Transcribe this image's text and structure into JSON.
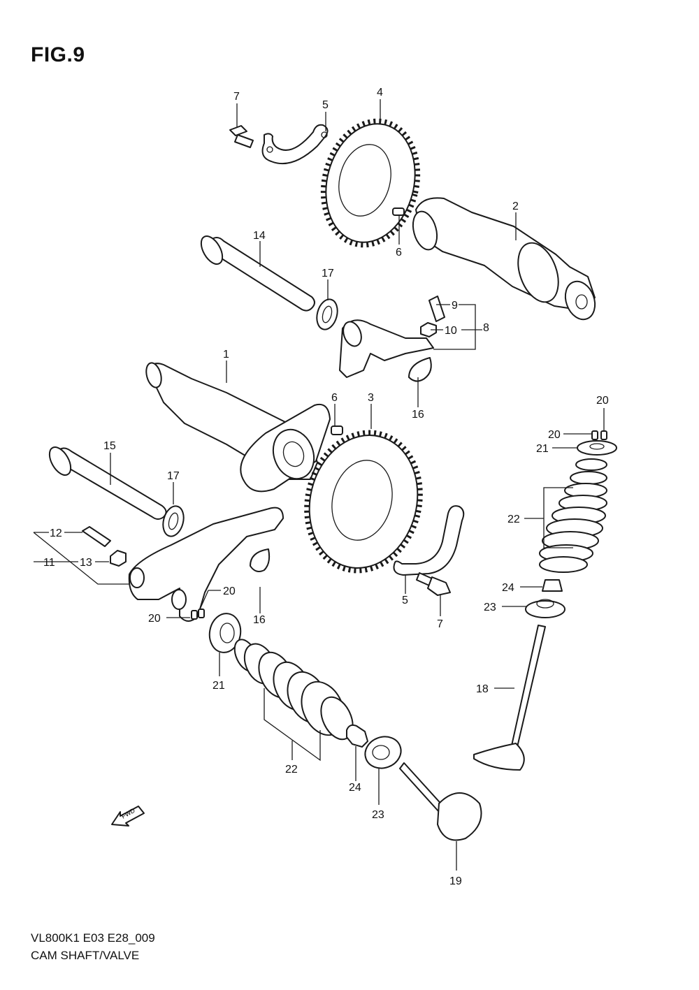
{
  "figure": {
    "title": "FIG.9",
    "model_code": "VL800K1 E03 E28_009",
    "caption": "CAM SHAFT/VALVE",
    "fwd_label": "FWD"
  },
  "callouts": {
    "c1": "1",
    "c2": "2",
    "c3": "3",
    "c4": "4",
    "c5a": "5",
    "c5b": "5",
    "c6a": "6",
    "c6b": "6",
    "c7a": "7",
    "c7b": "7",
    "c8": "8",
    "c9": "9",
    "c10": "10",
    "c11": "11",
    "c12": "12",
    "c13": "13",
    "c14": "14",
    "c15": "15",
    "c16a": "16",
    "c16b": "16",
    "c17a": "17",
    "c17b": "17",
    "c18": "18",
    "c19": "19",
    "c20a": "20",
    "c20b": "20",
    "c20c": "20",
    "c20d": "20",
    "c21a": "21",
    "c21b": "21",
    "c22a": "22",
    "c22b": "22",
    "c23a": "23",
    "c23b": "23",
    "c24a": "24",
    "c24b": "24"
  }
}
